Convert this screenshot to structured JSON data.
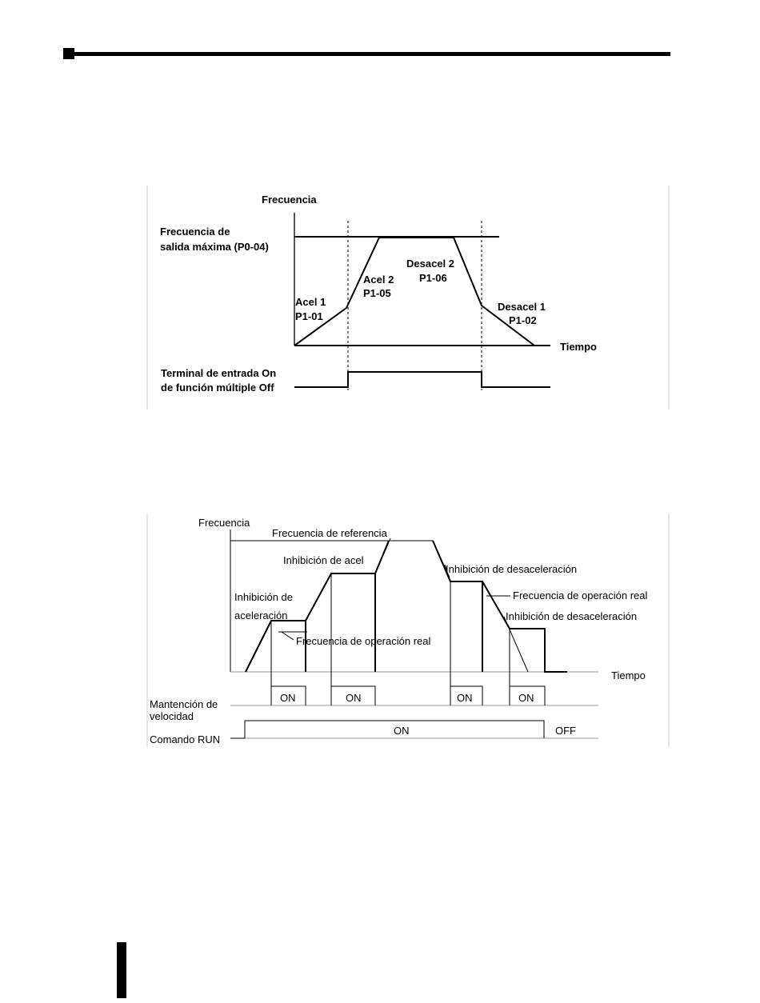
{
  "diagram1": {
    "y_axis": "Frecuencia",
    "max_freq_line1": "Frecuencia de",
    "max_freq_line2": "salida máxima (P0-04)",
    "accel1_line1": "Acel 1",
    "accel1_line2": "P1-01",
    "accel2_line1": "Acel 2",
    "accel2_line2": "P1-05",
    "decel2_line1": "Desacel 2",
    "decel2_line2": "P1-06",
    "decel1_line1": "Desacel 1",
    "decel1_line2": "P1-02",
    "x_axis": "Tiempo",
    "terminal_line1": "Terminal de entrada On",
    "terminal_line2": "de función múltiple   Off"
  },
  "diagram2": {
    "y_axis": "Frecuencia",
    "ref_freq": "Frecuencia de referencia",
    "inhib_accel": "Inhibición de acel",
    "inhib_decel_top": "Inhibición de desaceleración",
    "inhib_accel_left_line1": "Inhibición de",
    "inhib_accel_left_line2": "aceleración",
    "real_freq_right": "Frecuencia de operación real",
    "inhib_decel_right": "Inhibición de desaceleración",
    "real_freq_bottom": "Frecuencia de operación real",
    "x_axis": "Tiempo",
    "hold_line1": "Mantención de",
    "hold_line2": "velocidad",
    "on_labels": [
      "ON",
      "ON",
      "ON",
      "ON"
    ],
    "run_label": "Comando RUN",
    "run_on": "ON",
    "run_off": "OFF"
  }
}
